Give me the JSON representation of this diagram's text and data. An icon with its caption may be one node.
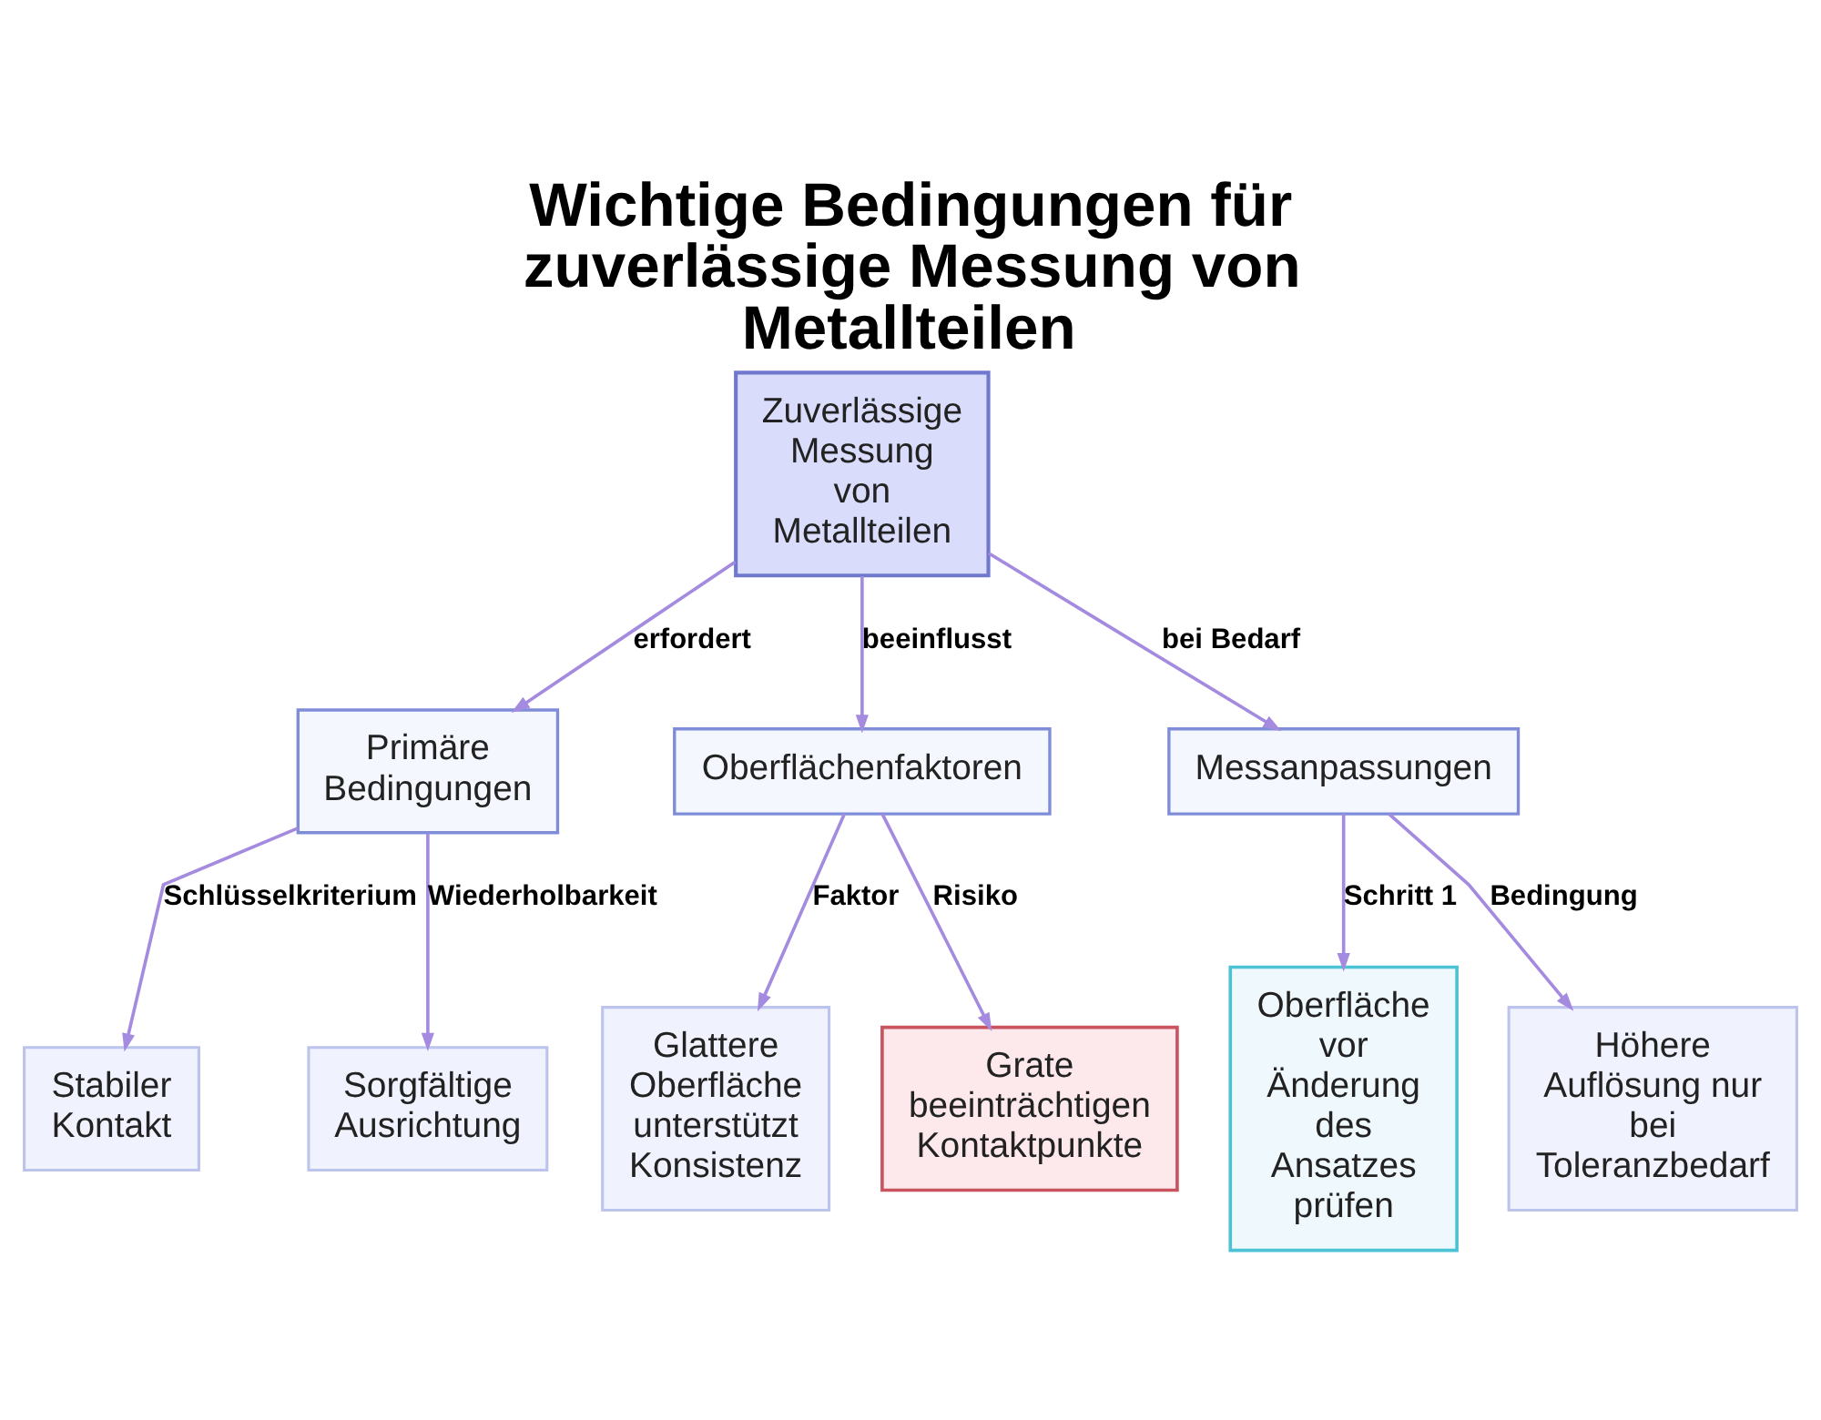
{
  "diagram": {
    "title": "Wichtige Bedingungen für zuverlässige Messung von Metallteilen",
    "nodes": [
      {
        "text": [
          "Zuverlässige Messung von Metallteilen"
        ]
      },
      {
        "text": [
          "Primäre Bedingungen"
        ]
      },
      {
        "text": [
          "Oberflächenfaktoren"
        ]
      },
      {
        "text": [
          "Messanpassungen"
        ]
      },
      {
        "text": [
          "Stabiler Kontakt"
        ]
      },
      {
        "text": [
          "Sorgfältige Ausrichtung"
        ]
      },
      {
        "text": [
          "Glattere Oberfläche unterstützt Konsistenz"
        ]
      },
      {
        "text": [
          "Grate beeinträchtigen Kontaktpunkte"
        ]
      },
      {
        "text": [
          "Oberfläche vor Änderung des Ansatzes prüfen"
        ]
      },
      {
        "text": [
          "Höhere Auflösung nur bei Toleranzbedarf"
        ]
      }
    ],
    "edges": [
      {
        "from": 0,
        "to": 1,
        "arrow": "to",
        "label": "erfordert"
      },
      {
        "from": 0,
        "to": 2,
        "arrow": "to",
        "label": "beeinflusst"
      },
      {
        "from": 0,
        "to": 3,
        "arrow": "to",
        "label": "bei Bedarf"
      },
      {
        "from": 1,
        "to": 4,
        "arrow": "to",
        "label": "Schlüsselkriterium"
      },
      {
        "from": 1,
        "to": 5,
        "arrow": "to",
        "label": "Wiederholbarkeit"
      },
      {
        "from": 2,
        "to": 6,
        "arrow": "to",
        "label": "Faktor"
      },
      {
        "from": 2,
        "to": 7,
        "arrow": "to",
        "label": "Risiko"
      },
      {
        "from": 3,
        "to": 8,
        "arrow": "to",
        "label": "Schritt 1"
      },
      {
        "from": 3,
        "to": 9,
        "arrow": "to",
        "label": "Bedingung"
      }
    ]
  }
}
